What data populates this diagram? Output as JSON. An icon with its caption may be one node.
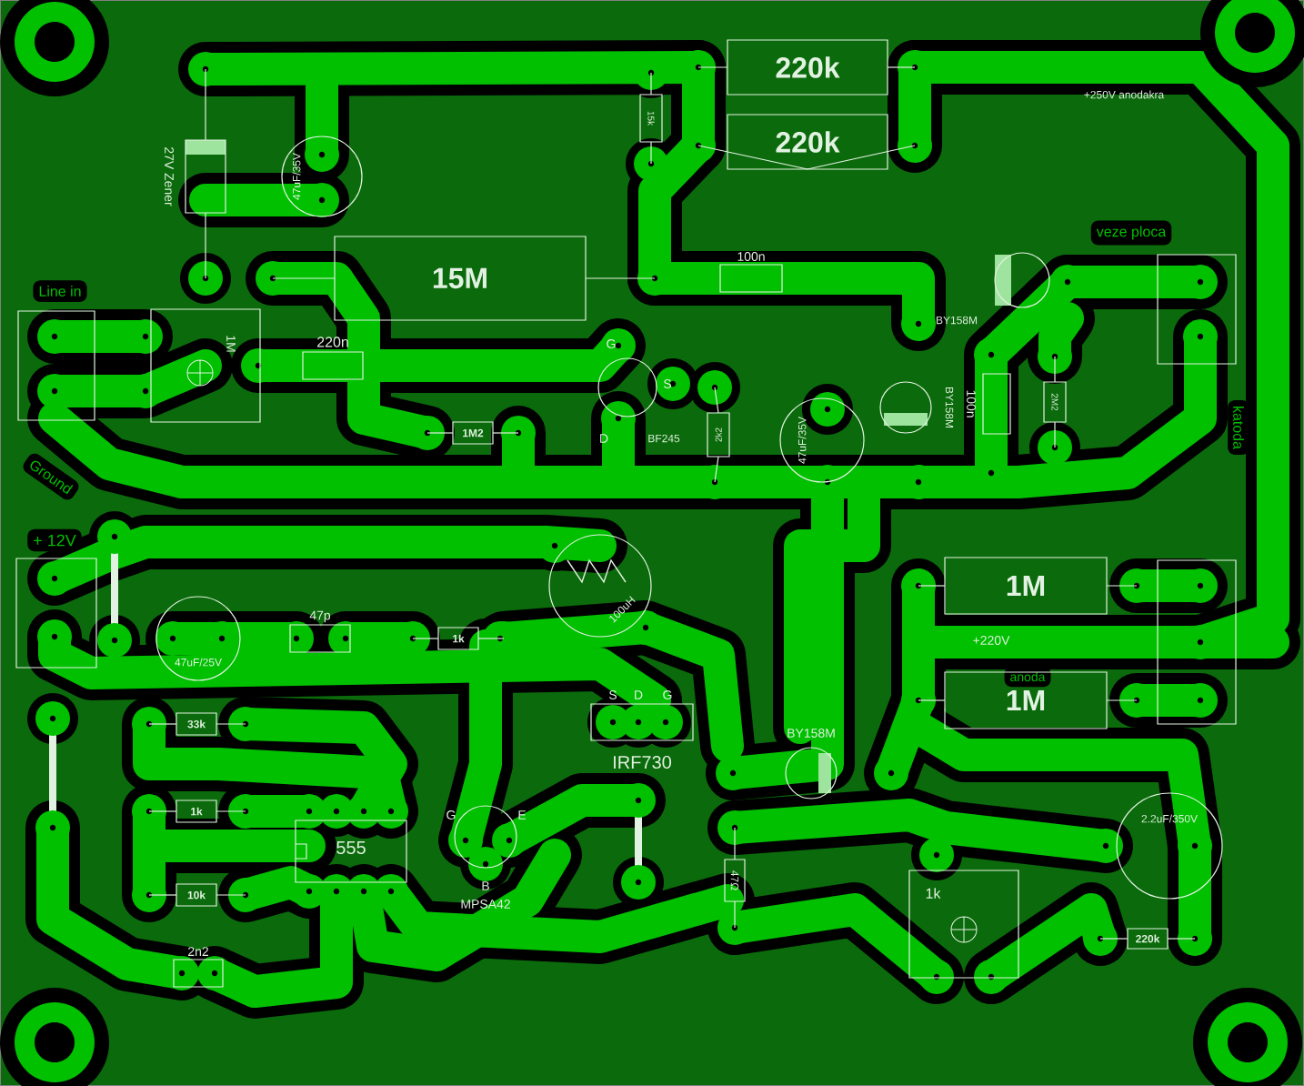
{
  "diagram": {
    "nodes": [
      {
        "text": [
          "27V Zener"
        ]
      },
      {
        "text": [
          "47uF/35V"
        ]
      },
      {
        "text": [
          "15k"
        ]
      },
      {
        "text": [
          "220k"
        ]
      },
      {
        "text": [
          "220k"
        ]
      },
      {
        "text": [
          "15M"
        ]
      },
      {
        "text": [
          "1M"
        ]
      },
      {
        "text": [
          "220n"
        ]
      },
      {
        "text": [
          "1M2"
        ]
      },
      {
        "text": [
          "BF245"
        ],
        "beside": [
          "G",
          "S",
          "D"
        ]
      },
      {
        "text": [
          "100n"
        ]
      },
      {
        "text": [
          "BY158M"
        ]
      },
      {
        "text": [
          "BY158M"
        ]
      },
      {
        "text": [
          "2k2"
        ]
      },
      {
        "text": [
          "47uF/35V"
        ]
      },
      {
        "text": [
          "100n"
        ]
      },
      {
        "text": [
          "2M2"
        ]
      },
      {
        "text": [
          "47uF/25V"
        ]
      },
      {
        "text": [
          "47p"
        ]
      },
      {
        "text": [
          "1k"
        ]
      },
      {
        "text": [
          "100uH"
        ]
      },
      {
        "text": [
          "IRF730"
        ],
        "beside": [
          "S",
          "D",
          "G"
        ]
      },
      {
        "text": [
          "33k"
        ]
      },
      {
        "text": [
          "1k"
        ]
      },
      {
        "text": [
          "10k"
        ]
      },
      {
        "text": [
          "555"
        ]
      },
      {
        "text": [
          "2n2"
        ]
      },
      {
        "text": [
          "MPSA42"
        ],
        "beside": [
          "G",
          "E",
          "B"
        ]
      },
      {
        "text": [
          "BY158M"
        ]
      },
      {
        "text": [
          "47Ω"
        ]
      },
      {
        "text": [
          "1k"
        ]
      },
      {
        "text": [
          "1M"
        ]
      },
      {
        "text": [
          "1M"
        ]
      },
      {
        "text": [
          "2.2uF/350V"
        ]
      },
      {
        "text": [
          "220k"
        ]
      },
      {
        "text": [],
        "shape": "box"
      },
      {
        "text": [],
        "shape": "box"
      },
      {
        "text": [],
        "shape": "box"
      },
      {
        "text": [],
        "shape": "box"
      }
    ],
    "labels": [
      "Line in",
      "Ground",
      "+ 12V",
      "veze ploca",
      "katoda",
      "+250V anodakra",
      "+220V",
      "anoda"
    ]
  }
}
